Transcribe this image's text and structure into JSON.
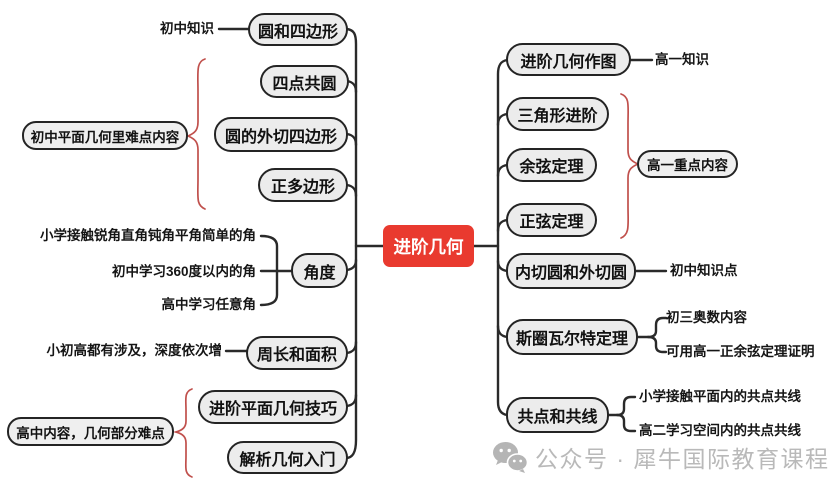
{
  "center": {
    "label": "进阶几何"
  },
  "colors": {
    "accent_red": "#e93a2f",
    "node_fill": "#ececec",
    "node_border": "#242424",
    "connector": "#2a2a2a",
    "brace_red": "#c0504c",
    "watermark_gray": "#b9b9b9"
  },
  "left": {
    "nodes": [
      {
        "label": "圆和四边形"
      },
      {
        "label": "四点共圆"
      },
      {
        "label": "圆的外切四边形"
      },
      {
        "label": "正多边形"
      },
      {
        "label": "角度"
      },
      {
        "label": "周长和面积"
      },
      {
        "label": "进阶平面几何技巧"
      },
      {
        "label": "解析几何入门"
      }
    ],
    "callouts": [
      {
        "label": "初中平面几何里难点内容"
      },
      {
        "label": "高中内容，几何部分难点"
      }
    ],
    "notes": [
      {
        "label": "初中知识"
      },
      {
        "label": "小学接触锐角直角钝角平角简单的角"
      },
      {
        "label": "初中学习360度以内的角"
      },
      {
        "label": "高中学习任意角"
      },
      {
        "label": "小初高都有涉及，深度依次增"
      }
    ]
  },
  "right": {
    "nodes": [
      {
        "label": "进阶几何作图"
      },
      {
        "label": "三角形进阶"
      },
      {
        "label": "余弦定理"
      },
      {
        "label": "正弦定理"
      },
      {
        "label": "内切圆和外切圆"
      },
      {
        "label": "斯圈瓦尔特定理"
      },
      {
        "label": "共点和共线"
      }
    ],
    "callouts": [
      {
        "label": "高一重点内容"
      }
    ],
    "notes": [
      {
        "label": "高一知识"
      },
      {
        "label": "初中知识点"
      },
      {
        "label": "初三奥数内容"
      },
      {
        "label": "可用高一正余弦定理证明"
      },
      {
        "label": "小学接触平面内的共点共线"
      },
      {
        "label": "高二学习空间内的共点共线"
      }
    ]
  },
  "watermark": {
    "icon": "wechat-icon",
    "text": "公众号 · 犀牛国际教育课程"
  }
}
